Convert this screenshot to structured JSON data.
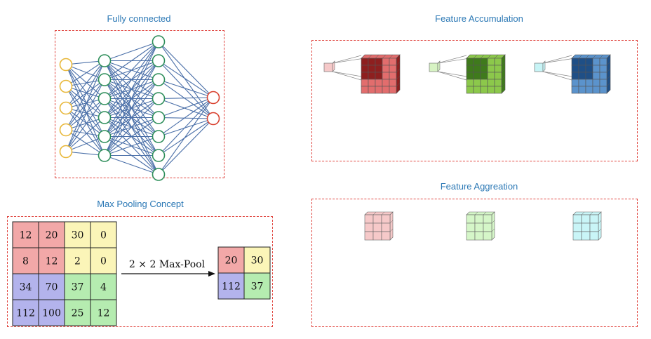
{
  "panels": {
    "fully_connected": {
      "title": "Fully connected",
      "layers": [
        {
          "neurons": 5,
          "color": "#e8b83a",
          "role": "input"
        },
        {
          "neurons": 6,
          "color": "#2f8f5b",
          "role": "hidden"
        },
        {
          "neurons": 8,
          "color": "#2f8f5b",
          "role": "hidden"
        },
        {
          "neurons": 2,
          "color": "#d9412f",
          "role": "output"
        }
      ],
      "edge_color": "#4a6fa8"
    },
    "feature_accumulation": {
      "title": "Feature Accumulation",
      "groups": [
        {
          "color": "#e26d6d",
          "dark": "#8e1f1f",
          "light": "#f6c9c9"
        },
        {
          "color": "#8cc84b",
          "dark": "#3f7a1c",
          "light": "#d7f3c3"
        },
        {
          "color": "#5b93cc",
          "dark": "#1f4f86",
          "light": "#c7f4f6"
        }
      ]
    },
    "feature_aggregation": {
      "title": "Feature Aggreation",
      "cubes": [
        {
          "color": "#f6c9c9"
        },
        {
          "color": "#d5f6c8"
        },
        {
          "color": "#c9f5f7"
        }
      ]
    },
    "max_pooling": {
      "title": "Max Pooling Concept",
      "input_matrix": [
        [
          "12",
          "20",
          "30",
          "0"
        ],
        [
          "8",
          "12",
          "2",
          "0"
        ],
        [
          "34",
          "70",
          "37",
          "4"
        ],
        [
          "112",
          "100",
          "25",
          "12"
        ]
      ],
      "operation_label": "2 × 2 Max-Pool",
      "output_matrix": [
        [
          "20",
          "30"
        ],
        [
          "112",
          "37"
        ]
      ],
      "quadrant_colors": {
        "top_left": "#f2a8a8",
        "top_right": "#fbf5b8",
        "bottom_left": "#b3b3ec",
        "bottom_right": "#b5ecb0"
      }
    }
  }
}
